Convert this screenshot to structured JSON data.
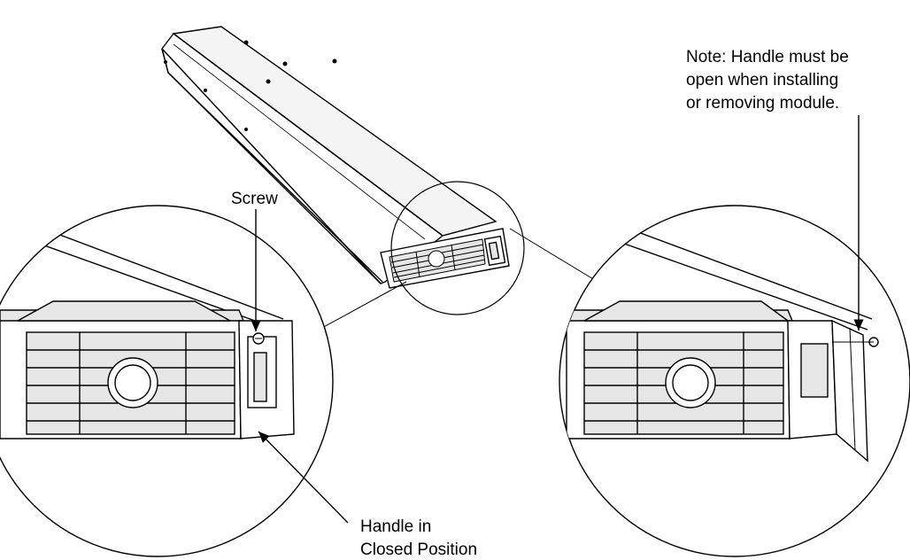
{
  "labels": {
    "screw": "Screw",
    "handle_closed_line1": "Handle in",
    "handle_closed_line2": "Closed Position",
    "note_line1": "Note:  Handle must be",
    "note_line2": "open when installing",
    "note_line3": "or removing module."
  },
  "colors": {
    "line": "#000000",
    "fill_light": "#ffffff",
    "fill_shade": "#e6e6e6"
  }
}
